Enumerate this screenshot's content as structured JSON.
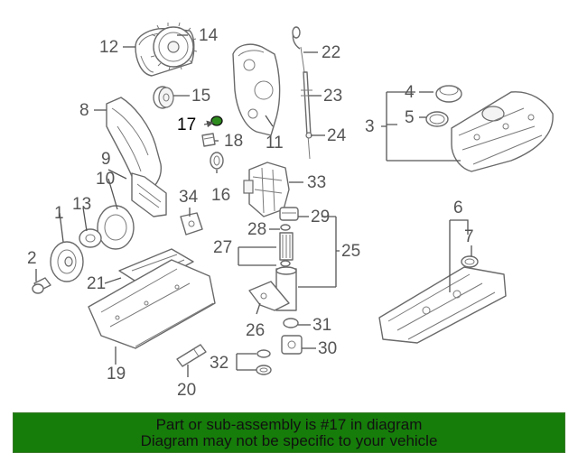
{
  "colors": {
    "banner_bg": "#167d0a",
    "highlight_part": "#2e8b1e",
    "line_art": "#6a6a6a",
    "callout_text": "#555555"
  },
  "callouts": {
    "c1": "1",
    "c2": "2",
    "c3": "3",
    "c4": "4",
    "c5": "5",
    "c6": "6",
    "c7": "7",
    "c8": "8",
    "c9": "9",
    "c10": "10",
    "c11": "11",
    "c12": "12",
    "c13": "13",
    "c14": "14",
    "c15": "15",
    "c16": "16",
    "c17": "17",
    "c18": "18",
    "c19": "19",
    "c20": "20",
    "c21": "21",
    "c22": "22",
    "c23": "23",
    "c24": "24",
    "c25": "25",
    "c26": "26",
    "c27": "27",
    "c28": "28",
    "c29": "29",
    "c30": "30",
    "c31": "31",
    "c32": "32",
    "c33": "33",
    "c34": "34"
  },
  "highlighted_part": "17",
  "banner": {
    "line1": "Part or sub-assembly is #17 in diagram",
    "line2": "Diagram may not be specific to your vehicle"
  }
}
